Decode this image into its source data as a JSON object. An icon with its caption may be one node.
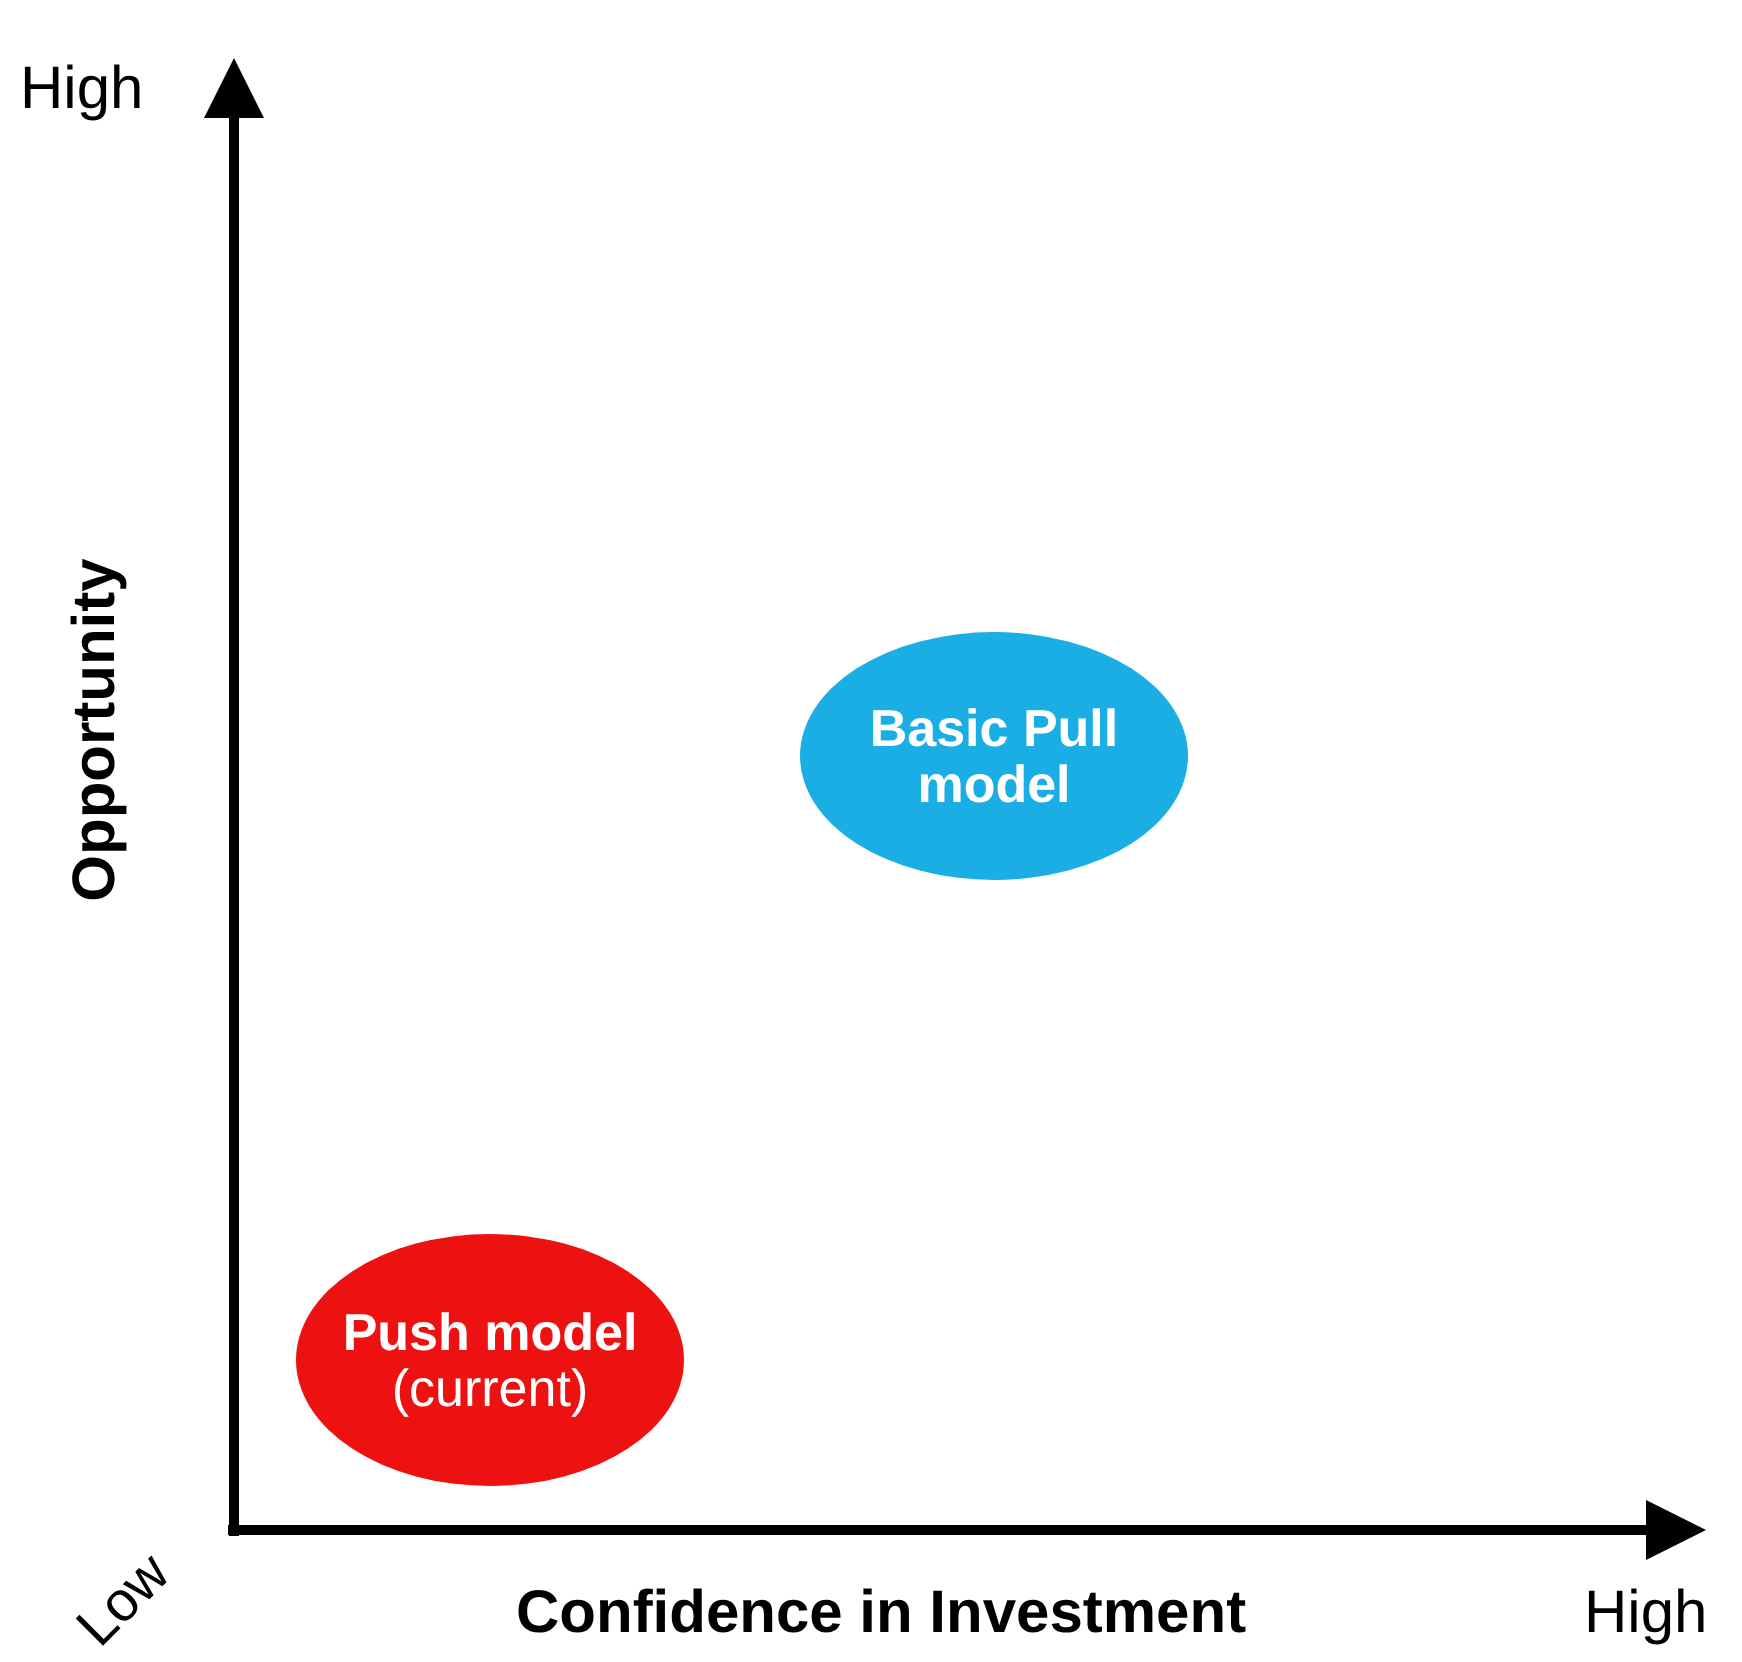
{
  "diagram": {
    "nodes": [
      {
        "text": [
          "Basic Pull model"
        ]
      },
      {
        "text": [
          "Push model",
          "(current)"
        ]
      }
    ],
    "labels": [
      "High",
      "Opportunity",
      "Low",
      "Confidence in Investment",
      "High"
    ]
  }
}
